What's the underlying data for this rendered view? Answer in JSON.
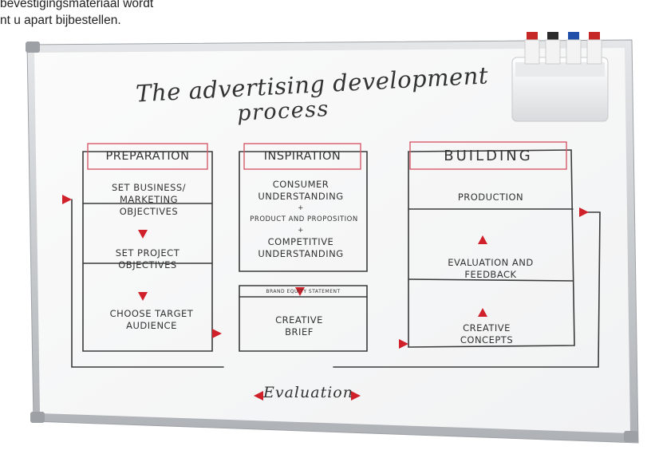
{
  "caption": {
    "line1": "bevestigingsmateriaal wordt",
    "line2": "nt u apart bijbestellen."
  },
  "whiteboard": {
    "title_line1": "The advertising development",
    "title_line2": "process",
    "columns": [
      {
        "header": "PREPARATION",
        "steps": [
          "SET BUSINESS/ MARKETING OBJECTIVES",
          "SET PROJECT OBJECTIVES",
          "CHOOSE TARGET AUDIENCE"
        ]
      },
      {
        "header": "INSPIRATION",
        "steps_top": [
          "CONSUMER UNDERSTANDING",
          "+",
          "PRODUCT AND PROPOSITION",
          "+",
          "COMPETITIVE UNDERSTANDING"
        ],
        "sub_header": "BRAND EQUITY STATEMENT",
        "steps_bottom": [
          "CREATIVE BRIEF"
        ]
      },
      {
        "header": "BUILDING",
        "steps": [
          "PRODUCTION",
          "EVALUATION AND FEEDBACK",
          "CREATIVE CONCEPTS"
        ]
      }
    ],
    "loop_label": "Evaluation"
  },
  "markers": {
    "colors": [
      "#c62828",
      "#2b2b2b",
      "#1f4fa8",
      "#c62828"
    ]
  },
  "colors": {
    "arrow": "#d0202a",
    "header_box_border": "#d85a6a",
    "frame": "#c9ccd0"
  }
}
